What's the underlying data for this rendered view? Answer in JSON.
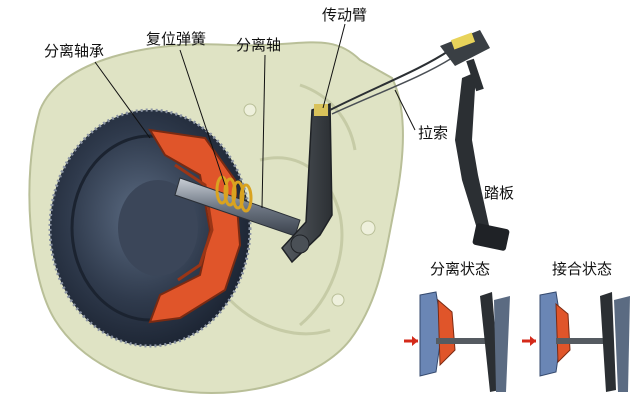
{
  "labels": {
    "release_bearing": "分离轴承",
    "return_spring": "复位弹簧",
    "release_shaft": "分离轴",
    "transmission_arm": "传动臂",
    "cable": "拉索",
    "pedal": "踏板",
    "disengaged_state": "分离状态",
    "engaged_state": "接合状态"
  },
  "colors": {
    "housing": "#dfe3c4",
    "housing_edge": "#b9bf98",
    "flywheel": "#2f3a4c",
    "clutch_orange": "#e0552a",
    "spring_gold": "#d9a320",
    "arm_dark": "#3a3f44",
    "pedal_dark": "#2b2f33",
    "arrow_red": "#d42a1a",
    "inset_blue": "#6a86b5"
  }
}
